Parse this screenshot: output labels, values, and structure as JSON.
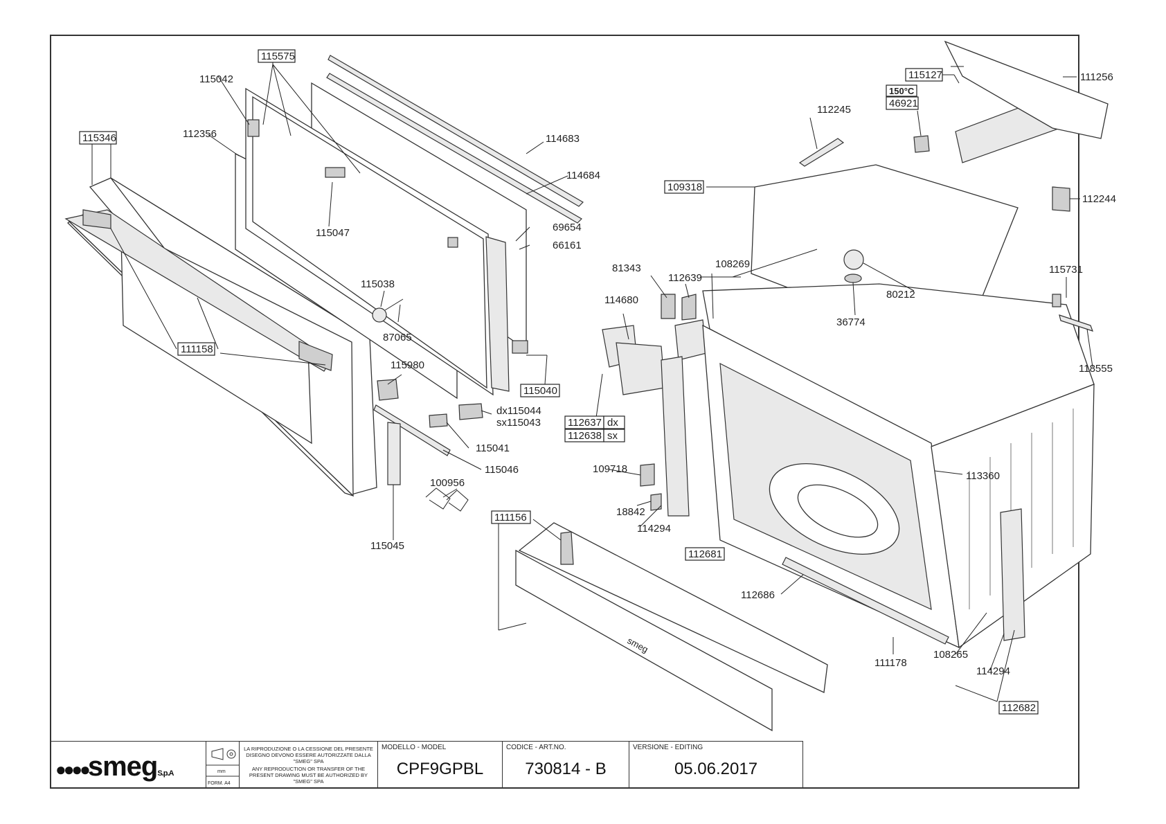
{
  "brand": {
    "logo_text": "smeg",
    "logo_suffix": "S.p.A"
  },
  "title_block": {
    "format_label": "FORM. A4",
    "unit_label": "mm",
    "copyright_it": "LA RIPRODUZIONE O LA CESSIONE DEL PRESENTE DISEGNO DEVONO ESSERE AUTORIZZATE DALLA \"SMEG\" SPA",
    "copyright_en": "ANY REPRODUCTION OR TRANSFER OF THE PRESENT DRAWING MUST BE AUTHORIZED BY \"SMEG\" SPA",
    "model_header": "MODELLO - MODEL",
    "model_value": "CPF9GPBL",
    "code_header": "CODICE - ART.NO.",
    "code_value": "730814 - B",
    "version_header": "VERSIONE - EDITING",
    "version_value": "05.06.2017"
  },
  "parts": {
    "p115575": "115575",
    "p115042": "115042",
    "p115346": "115346",
    "p112356": "112356",
    "p114683": "114683",
    "p114684": "114684",
    "p115047": "115047",
    "p69654": "69654",
    "p66161": "66161",
    "p115038": "115038",
    "p87065": "87065",
    "p111158": "111158",
    "p115980": "115980",
    "p115040": "115040",
    "p115044": "115044",
    "p115043": "115043",
    "dx": "dx",
    "sx": "sx",
    "p115041": "115041",
    "p115046": "115046",
    "p100956": "100956",
    "p115045": "115045",
    "p115127": "115127",
    "p111256": "111256",
    "temp150": "150°C",
    "p46921": "46921",
    "p112245": "112245",
    "p109318": "109318",
    "p112244": "112244",
    "p81343": "81343",
    "p112639": "112639",
    "p108269": "108269",
    "p80212": "80212",
    "p114680": "114680",
    "p36774": "36774",
    "p115731": "115731",
    "p118555": "118555",
    "p112637": "112637",
    "p112638": "112638",
    "p109718": "109718",
    "p113360": "113360",
    "p18842": "18842",
    "p114294a": "114294",
    "p112681": "112681",
    "p111156": "111156",
    "p112686": "112686",
    "p111178": "111178",
    "p108265": "108265",
    "p114294b": "114294",
    "p112682": "112682"
  }
}
